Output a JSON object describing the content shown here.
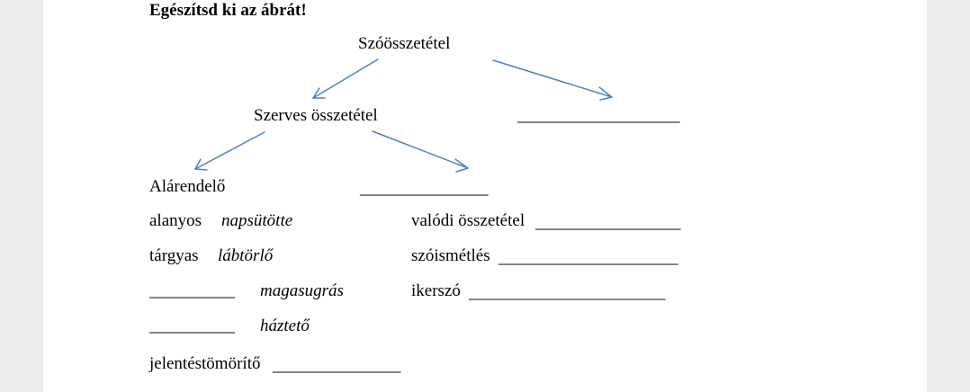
{
  "instruction": "Egészítsd ki az ábrát!",
  "root": "Szóösszetétel",
  "level1": {
    "left": "Szerves összetétel",
    "right_blank": "___________________"
  },
  "level2": {
    "left": "Alárendelő",
    "right_blank": "_______________"
  },
  "left_column": [
    {
      "label": "alanyos",
      "example": "napsütötte"
    },
    {
      "label": "tárgyas",
      "example": "lábtörlő"
    },
    {
      "label": "__________",
      "example": "magasugrás"
    },
    {
      "label": "__________",
      "example": "háztető"
    },
    {
      "label": "jelentéstömörítő",
      "example": "_______________"
    }
  ],
  "right_column": [
    {
      "label": "valódi összetétel",
      "blank": "_________________"
    },
    {
      "label": "szóismétlés",
      "blank": "_____________________"
    },
    {
      "label": "ikerszó",
      "blank": "_______________________"
    }
  ],
  "colors": {
    "arrow": "#4f81bd",
    "page_bg": "#ffffff",
    "viewer_bg": "#ececec"
  }
}
